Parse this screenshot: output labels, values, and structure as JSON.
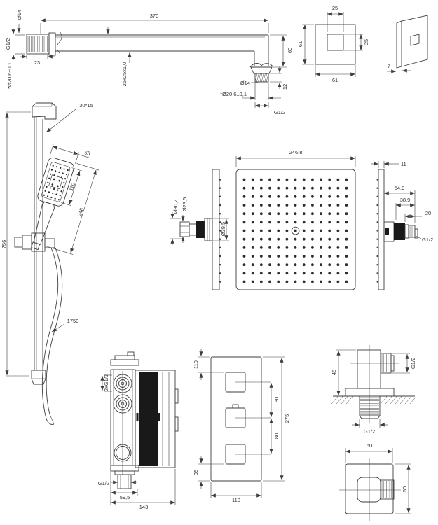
{
  "colors": {
    "line": "#3d3d3d",
    "dark_fill": "#191919",
    "text": "#333333",
    "background": "#ffffff"
  },
  "labels": {
    "arm": {
      "length": "370",
      "tube_dia": "Ø14",
      "thread": "G1/2",
      "collar_dia": "*Ø20,6±0,1",
      "thread_len": "23",
      "profile": "25x25x1,0",
      "drop": "60",
      "outlet_dia": "Ø14",
      "outlet_collar_dia": "*Ø20,6±0,1",
      "outlet_thread_len": "12",
      "outlet_thread": "G1/2"
    },
    "escutcheon": {
      "hole_w": "25",
      "h": "61",
      "hole_h": "25",
      "w": "61",
      "thickness": "7"
    },
    "rail": {
      "height": "756",
      "profile": "30*15",
      "head_width": "65",
      "face_len": "110",
      "head_len": "248",
      "hose_len": "1750"
    },
    "head": {
      "width": "246,8",
      "inlet_dia": "Ø30,2",
      "pipe_dia": "Ø23,5",
      "hub_dia": "Ø39,5",
      "plate_thickness": "11",
      "conn_len": "54,9",
      "conn_len2": "38,9",
      "conn_len3": "20",
      "thread": "G1/2"
    },
    "valve_side": {
      "ports": "2xG1/2",
      "bottom_port": "G1/2",
      "depth_front": "59,5",
      "depth_total": "143"
    },
    "valve_front": {
      "top_offset": "110",
      "pitch_upper": "80",
      "pitch_lower": "80",
      "height": "275",
      "bottom_offset": "35",
      "width": "110"
    },
    "elbow": {
      "height": "48",
      "side_thread": "G1/2",
      "wall_thread": "G1/2",
      "plate_w": "50",
      "plate_h": "50"
    }
  }
}
